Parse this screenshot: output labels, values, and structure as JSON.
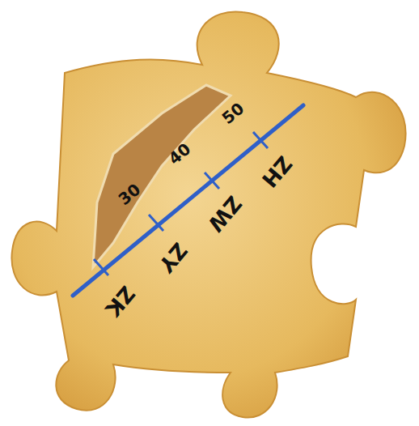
{
  "diagram": {
    "labels": [
      "30",
      "40",
      "50",
      "ZK",
      "ZY",
      "ZW",
      "ZH"
    ]
  }
}
